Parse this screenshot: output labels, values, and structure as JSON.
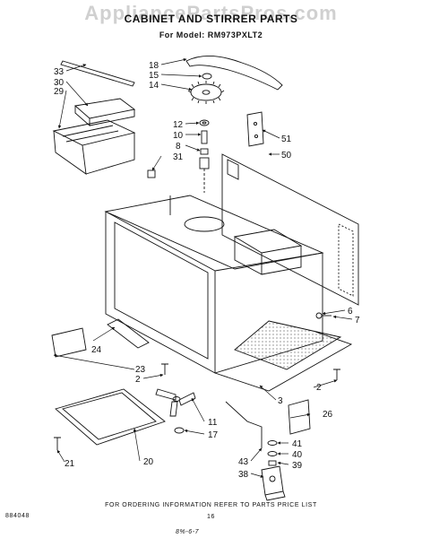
{
  "watermark": "AppliancePartsPros.com",
  "title": "CABINET AND STIRRER PARTS",
  "model_line": "For Model: RM973PXLT2",
  "footer": {
    "ordering_info": "FOR ORDERING INFORMATION REFER TO PARTS PRICE LIST",
    "doc_code": "884048",
    "page_number": "16",
    "handwritten_code": "8%-6-7"
  },
  "callouts": [
    {
      "id": "c18",
      "label": "18"
    },
    {
      "id": "c15",
      "label": "15"
    },
    {
      "id": "c14",
      "label": "14"
    },
    {
      "id": "c33",
      "label": "33"
    },
    {
      "id": "c30",
      "label": "30"
    },
    {
      "id": "c29",
      "label": "29"
    },
    {
      "id": "c12",
      "label": "12"
    },
    {
      "id": "c10",
      "label": "10"
    },
    {
      "id": "c8",
      "label": "8"
    },
    {
      "id": "c31",
      "label": "31"
    },
    {
      "id": "c51",
      "label": "51"
    },
    {
      "id": "c50",
      "label": "50"
    },
    {
      "id": "c6",
      "label": "6"
    },
    {
      "id": "c7",
      "label": "7"
    },
    {
      "id": "c24",
      "label": "24"
    },
    {
      "id": "c23",
      "label": "23"
    },
    {
      "id": "c2a",
      "label": "2"
    },
    {
      "id": "c2b",
      "label": "2"
    },
    {
      "id": "c3",
      "label": "3"
    },
    {
      "id": "c26",
      "label": "26"
    },
    {
      "id": "c11",
      "label": "11"
    },
    {
      "id": "c17",
      "label": "17"
    },
    {
      "id": "c41",
      "label": "41"
    },
    {
      "id": "c40",
      "label": "40"
    },
    {
      "id": "c39",
      "label": "39"
    },
    {
      "id": "c43",
      "label": "43"
    },
    {
      "id": "c38",
      "label": "38"
    },
    {
      "id": "c21",
      "label": "21"
    },
    {
      "id": "c20",
      "label": "20"
    }
  ]
}
